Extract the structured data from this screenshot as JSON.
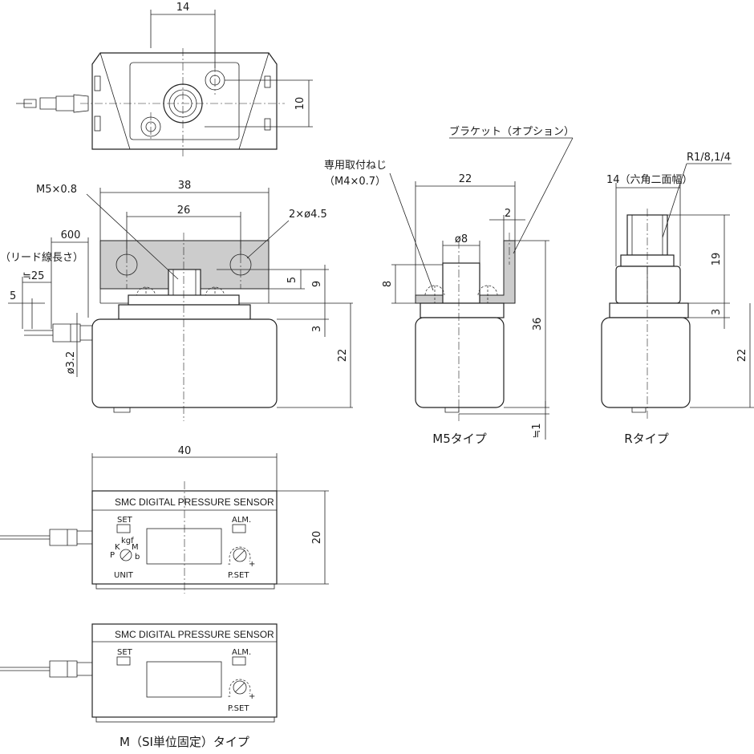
{
  "top_view": {
    "dim_14": "14",
    "dim_10": "10"
  },
  "front_view": {
    "thread_label": "M5×0.8",
    "hole_label": "2×ø4.5",
    "dim_38": "38",
    "dim_26": "26",
    "dim_600": "600",
    "lead_length_note": "（リード線長さ）",
    "dim_approx_25": "≒25",
    "dim_5_left": "5",
    "dim_5": "5",
    "dim_9": "9",
    "dim_3": "3",
    "dim_22": "22",
    "dim_phi32": "ø3.2"
  },
  "m5_view": {
    "bracket_label": "ブラケット（オプション）",
    "screw_label": "専用取付ねじ",
    "screw_size": "（M4×0.7）",
    "dim_22": "22",
    "dim_2": "2",
    "dim_phi8": "ø8",
    "dim_8": "8",
    "dim_36": "36",
    "dim_approx_1": "≒1",
    "caption": "M5タイプ"
  },
  "r_view": {
    "thread_label": "R1/8,1/4",
    "hex_label": "14（六角二面幅）",
    "dim_19": "19",
    "dim_3": "3",
    "dim_22": "22",
    "caption": "Rタイプ"
  },
  "panel_1": {
    "dim_40": "40",
    "dim_20": "20",
    "title": "SMC DIGITAL PRESSURE SENSOR",
    "set": "SET",
    "alm": "ALM.",
    "unit": "UNIT",
    "pset": "P.SET",
    "unit_p": "P",
    "unit_k": "K",
    "unit_kgf": "kgf",
    "unit_m": "M",
    "unit_b": "b",
    "minus": "-",
    "plus": "+"
  },
  "panel_2": {
    "title": "SMC DIGITAL PRESSURE SENSOR",
    "set": "SET",
    "alm": "ALM.",
    "pset": "P.SET",
    "minus": "-",
    "plus": "+",
    "caption": "M（SI単位固定）タイプ"
  }
}
